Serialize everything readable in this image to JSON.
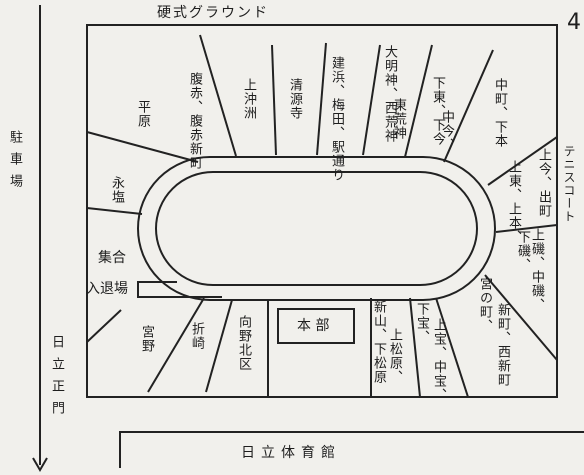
{
  "header": {
    "title": "硬式グラウンド",
    "page_mark": "4"
  },
  "side_left": {
    "parking": "駐車場",
    "gate": "日立正門"
  },
  "side_right": {
    "tennis": "テニスコート"
  },
  "bottom": {
    "gymnasium": "日立体育館"
  },
  "hq": {
    "label": "本 部"
  },
  "zones_top": [
    {
      "name": "平原"
    },
    {
      "name": "腹赤、腹赤新町"
    },
    {
      "name": "上沖洲"
    },
    {
      "name": "清源寺"
    },
    {
      "name": "建浜、梅田、駅通り"
    },
    {
      "name": "大明神、西荒神"
    },
    {
      "name": "東荒神"
    },
    {
      "name": "下東、下今"
    },
    {
      "name": "中今、"
    },
    {
      "name": "中町、下本"
    }
  ],
  "zones_left": [
    {
      "name": "永塩"
    },
    {
      "name": "集合"
    },
    {
      "name": "入退場"
    }
  ],
  "zones_right": [
    {
      "name": "上今、出町"
    },
    {
      "name": "上東、上本、"
    },
    {
      "name": "下磯、"
    },
    {
      "name": "上磯、中磯、"
    }
  ],
  "zones_bottom": [
    {
      "name": "宮野"
    },
    {
      "name": "折崎"
    },
    {
      "name": "向野北区"
    },
    {
      "name": "新山、下松原"
    },
    {
      "name": "上松原、"
    },
    {
      "name": "下宝、"
    },
    {
      "name": "上宝、中宝、"
    },
    {
      "name": "新町、西新町"
    },
    {
      "name": "宮の町、"
    }
  ]
}
